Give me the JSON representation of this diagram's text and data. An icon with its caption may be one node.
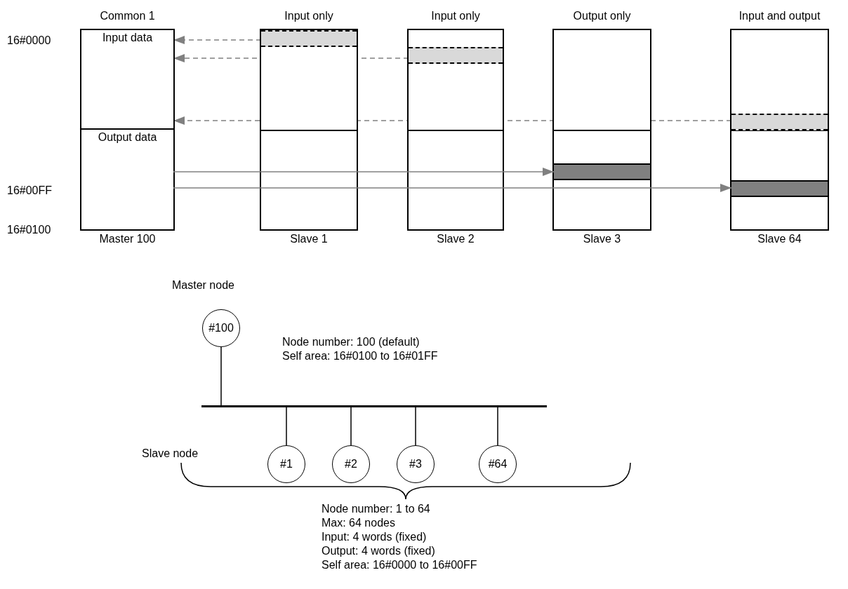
{
  "diagram": {
    "nodes": [
      {
        "text": [
          "Common 1"
        ],
        "beside": [
          "Master 100"
        ]
      },
      {
        "text": [
          "Input data"
        ],
        "in": 0
      },
      {
        "text": [
          "Output data"
        ],
        "in": 0
      },
      {
        "text": [
          "Input only"
        ],
        "beside": [
          "Slave 1"
        ]
      },
      {
        "text": [],
        "shape": "bar",
        "in": 3
      },
      {
        "text": [
          "Input only"
        ],
        "beside": [
          "Slave 2"
        ]
      },
      {
        "text": [],
        "shape": "bar",
        "in": 5
      },
      {
        "text": [
          "Output only"
        ],
        "beside": [
          "Slave 3"
        ]
      },
      {
        "text": [],
        "shape": "bar",
        "in": 7
      },
      {
        "text": [
          "Input and output"
        ],
        "beside": [
          "Slave 64"
        ]
      },
      {
        "text": [],
        "shape": "bar",
        "in": 9
      },
      {
        "text": [],
        "shape": "bar",
        "in": 9
      },
      {
        "text": [
          "#100"
        ],
        "beside": [
          "Master node",
          "Node number: 100 (default)",
          "Self area: 16#0100 to 16#01FF"
        ]
      },
      {
        "text": [],
        "shape": "bar"
      },
      {
        "text": [
          "#1"
        ]
      },
      {
        "text": [
          "#2"
        ]
      },
      {
        "text": [
          "#3"
        ]
      },
      {
        "text": [
          "#64"
        ]
      }
    ],
    "edges": [
      {
        "from": 4,
        "to": 1,
        "arrow": "to",
        "style": "dashed",
        "color": "#808080"
      },
      {
        "from": 6,
        "to": 1,
        "arrow": "to",
        "style": "dashed",
        "color": "#808080"
      },
      {
        "from": 10,
        "to": 1,
        "arrow": "to",
        "style": "dashed",
        "color": "#808080"
      },
      {
        "from": 2,
        "to": 8,
        "arrow": "to",
        "color": "#808080"
      },
      {
        "from": 2,
        "to": 11,
        "arrow": "to",
        "color": "#808080"
      },
      {
        "from": 12,
        "to": 13,
        "arrow": "none",
        "color": "#000000"
      },
      {
        "from": 13,
        "to": 14,
        "arrow": "none",
        "color": "#000000"
      },
      {
        "from": 13,
        "to": 15,
        "arrow": "none",
        "color": "#000000"
      },
      {
        "from": 13,
        "to": 16,
        "arrow": "none",
        "color": "#000000"
      },
      {
        "from": 13,
        "to": 17,
        "arrow": "none",
        "color": "#000000"
      }
    ],
    "labels": [
      "16#0000",
      "16#00FF",
      "16#0100",
      "Slave node",
      "Node number: 1 to 64",
      "Max: 64 nodes",
      "Input: 4 words (fixed)",
      "Output: 4 words (fixed)",
      "Self area: 16#0000 to 16#00FF"
    ]
  }
}
